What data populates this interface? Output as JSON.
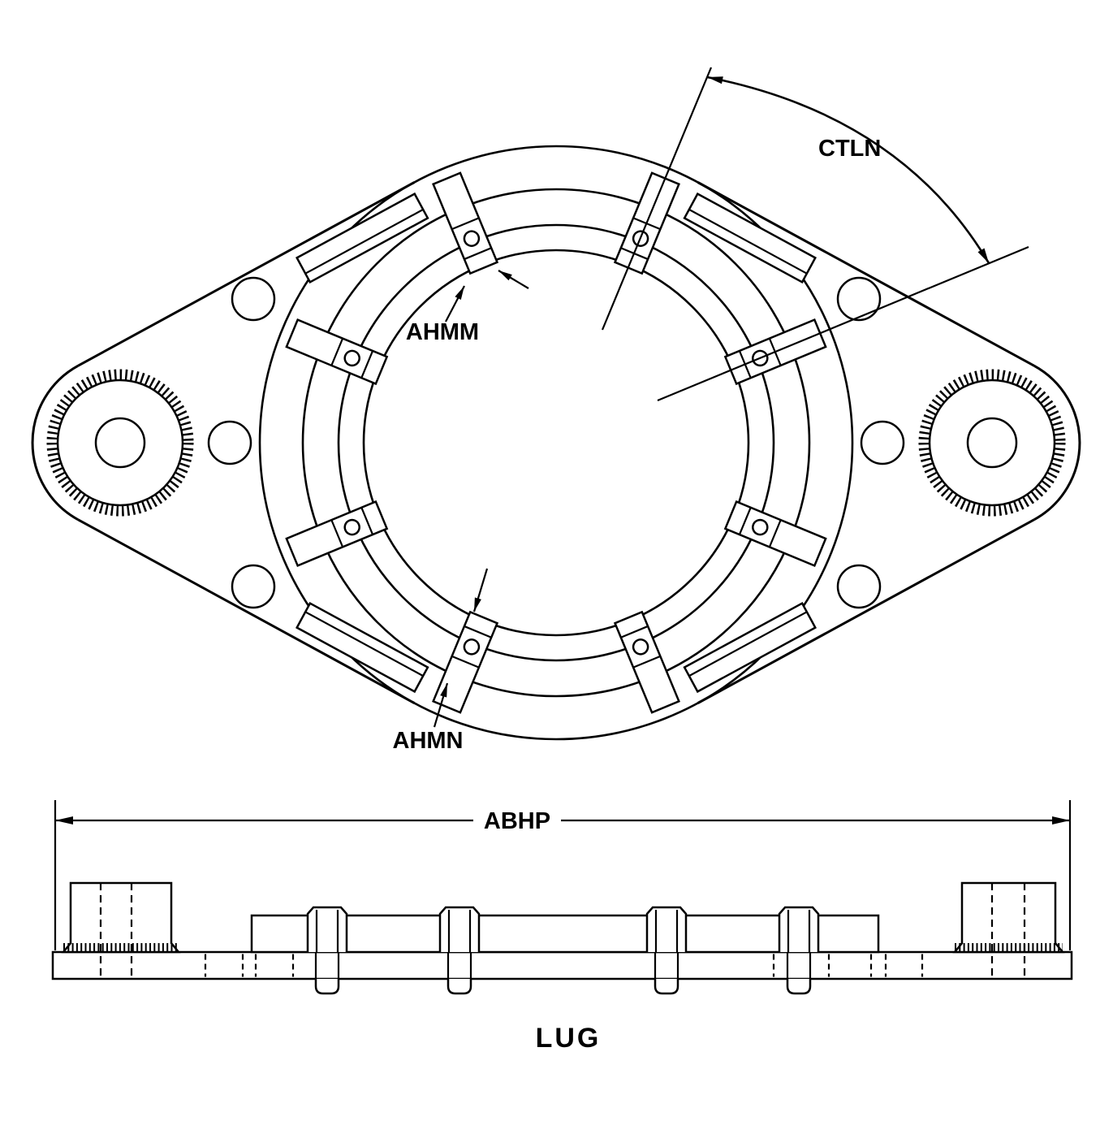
{
  "drawing": {
    "caption": "LUG",
    "labels": {
      "angle_dim": "CTLN",
      "slot_width_top_dim": "AHMM",
      "slot_width_bottom_dim": "AHMN",
      "overall_length_dim": "ABHP"
    },
    "colors": {
      "line": "#000000",
      "background": "#ffffff"
    }
  }
}
